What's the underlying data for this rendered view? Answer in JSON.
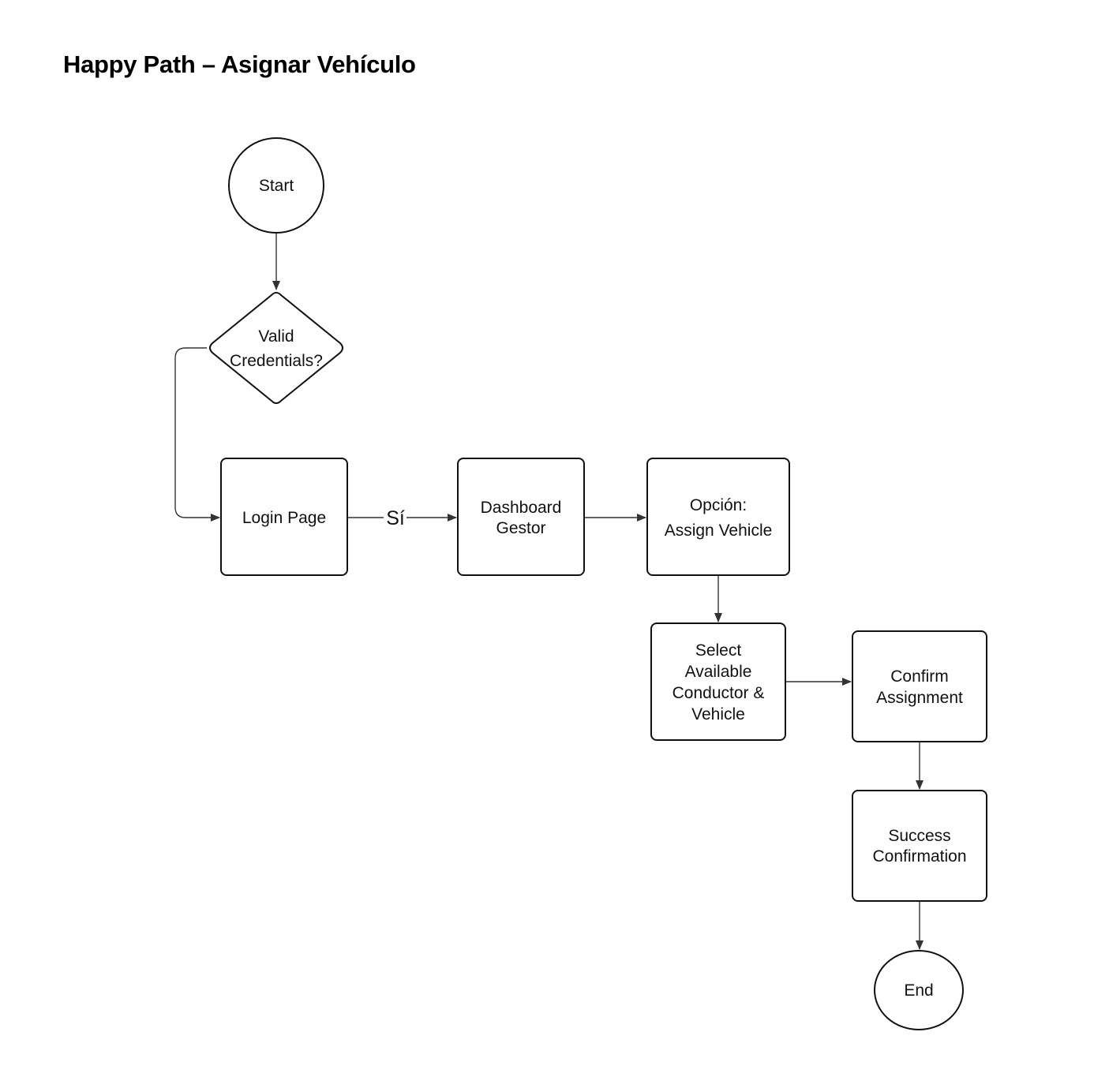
{
  "title": "Happy Path – Asignar Vehículo",
  "nodes": {
    "start": "Start",
    "valid_credentials": [
      "Valid",
      "Credentials?"
    ],
    "login_page": "Login Page",
    "dashboard_gestor": [
      "Dashboard",
      "Gestor"
    ],
    "assign_option": [
      "Opción:",
      "Assign Vehicle"
    ],
    "select_available": [
      "Select",
      "Available",
      "Conductor &",
      "Vehicle"
    ],
    "confirm_assignment": [
      "Confirm",
      "Assignment"
    ],
    "success_confirmation": [
      "Success",
      "Confirmation"
    ],
    "end": "End"
  },
  "edges": {
    "login_to_dashboard": "Sí"
  },
  "colors": {
    "stroke": "#111111",
    "connector": "#333333",
    "background": "#ffffff"
  }
}
